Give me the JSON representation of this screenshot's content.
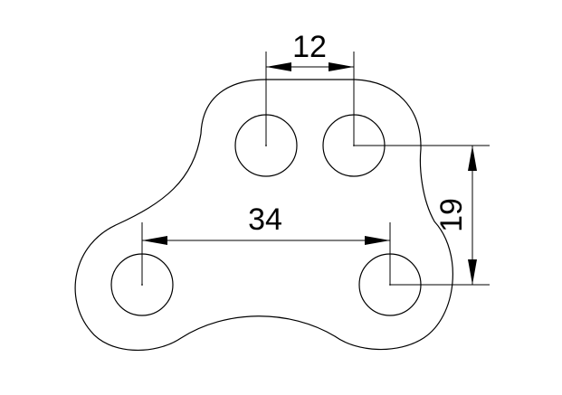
{
  "dimensions": {
    "hole_spacing_top": "12",
    "hole_spacing_bottom": "34",
    "vertical_offset": "19"
  }
}
